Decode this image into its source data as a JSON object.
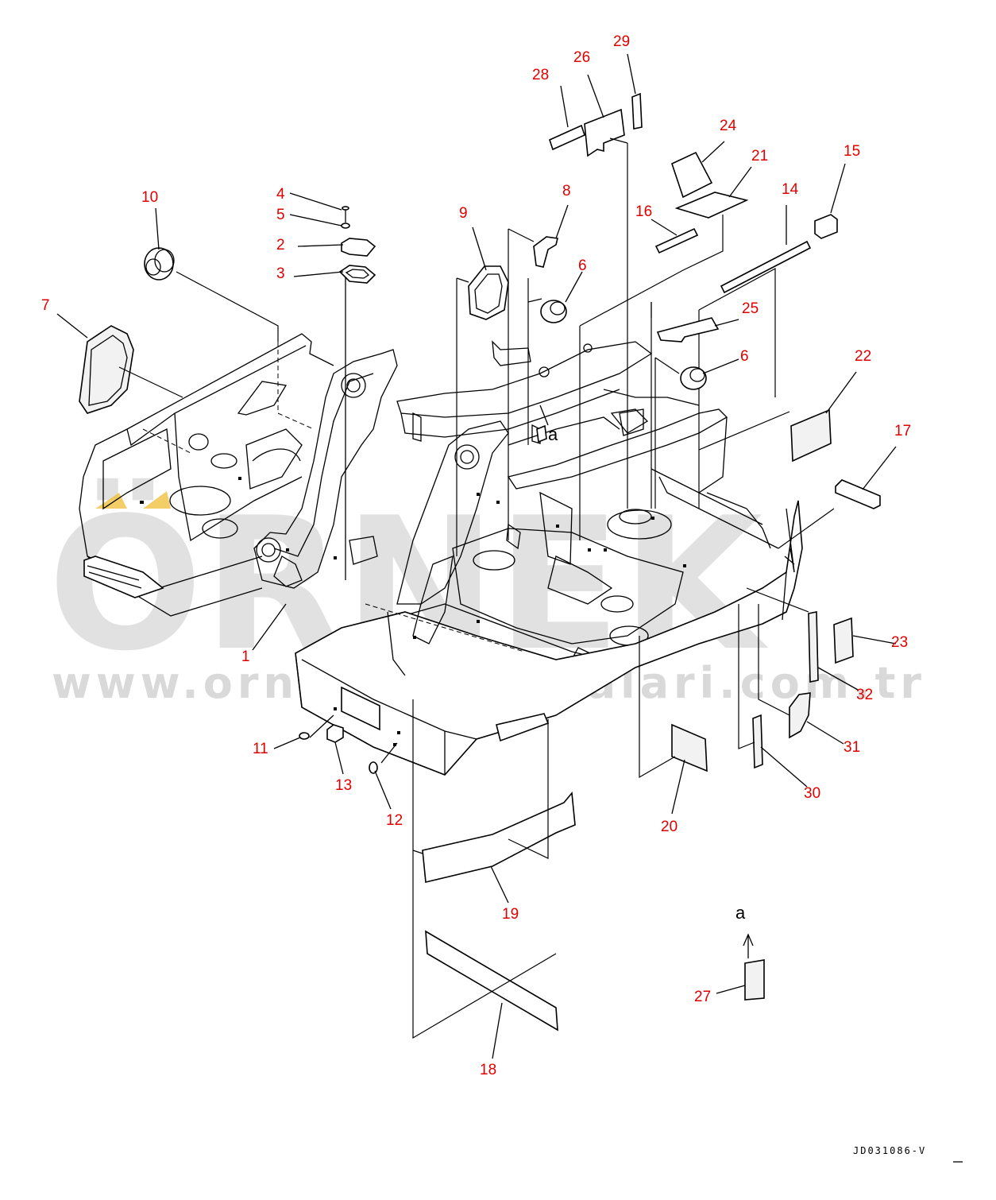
{
  "watermark": {
    "brand": "ÖRNEK",
    "url": "www.ornekismakinalari.com.tr",
    "accent": "#f0c040"
  },
  "drawing_code": "JD031086-V",
  "reference_letter": "a",
  "colors": {
    "label": "#e00000",
    "line": "#000000",
    "watermark": "#c9c9c9"
  },
  "labels": {
    "l1": "1",
    "l2": "2",
    "l3": "3",
    "l4": "4",
    "l5": "5",
    "l6a": "6",
    "l6b": "6",
    "l7": "7",
    "l8": "8",
    "l9": "9",
    "l10": "10",
    "l11": "11",
    "l12": "12",
    "l13": "13",
    "l14": "14",
    "l15": "15",
    "l16": "16",
    "l17": "17",
    "l18": "18",
    "l19": "19",
    "l20": "20",
    "l21": "21",
    "l22": "22",
    "l23": "23",
    "l24": "24",
    "l25": "25",
    "l26": "26",
    "l27": "27",
    "l28": "28",
    "l29": "29",
    "l30": "30",
    "l31": "31",
    "l32": "32"
  }
}
